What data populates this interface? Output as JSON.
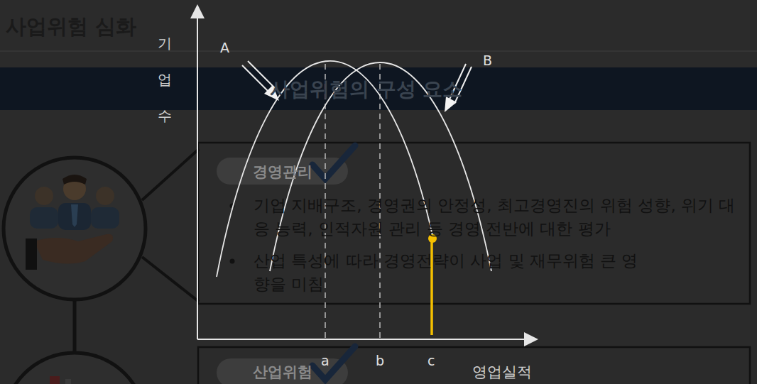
{
  "diagram": {
    "title": "사업위험 심화",
    "nodes": [
      {
        "text": [
          "사업위험의 구성 요소"
        ]
      },
      {
        "text": [
          "경영관리",
          "기업 지배구조, 경영권의 안정성, 최고경영진의 위험 성향, 위기 대응 능력, 인적자원 관리 등 경영 전반에 대한 평가",
          "산업 특성에 따라 경영전략이 사업 및 재무위험 큰 영향을 미침"
        ]
      },
      {
        "text": [
          "산업위험"
        ]
      }
    ],
    "labels": [
      "기업수",
      "A",
      "B",
      "a",
      "b",
      "c",
      "영업실적"
    ]
  }
}
